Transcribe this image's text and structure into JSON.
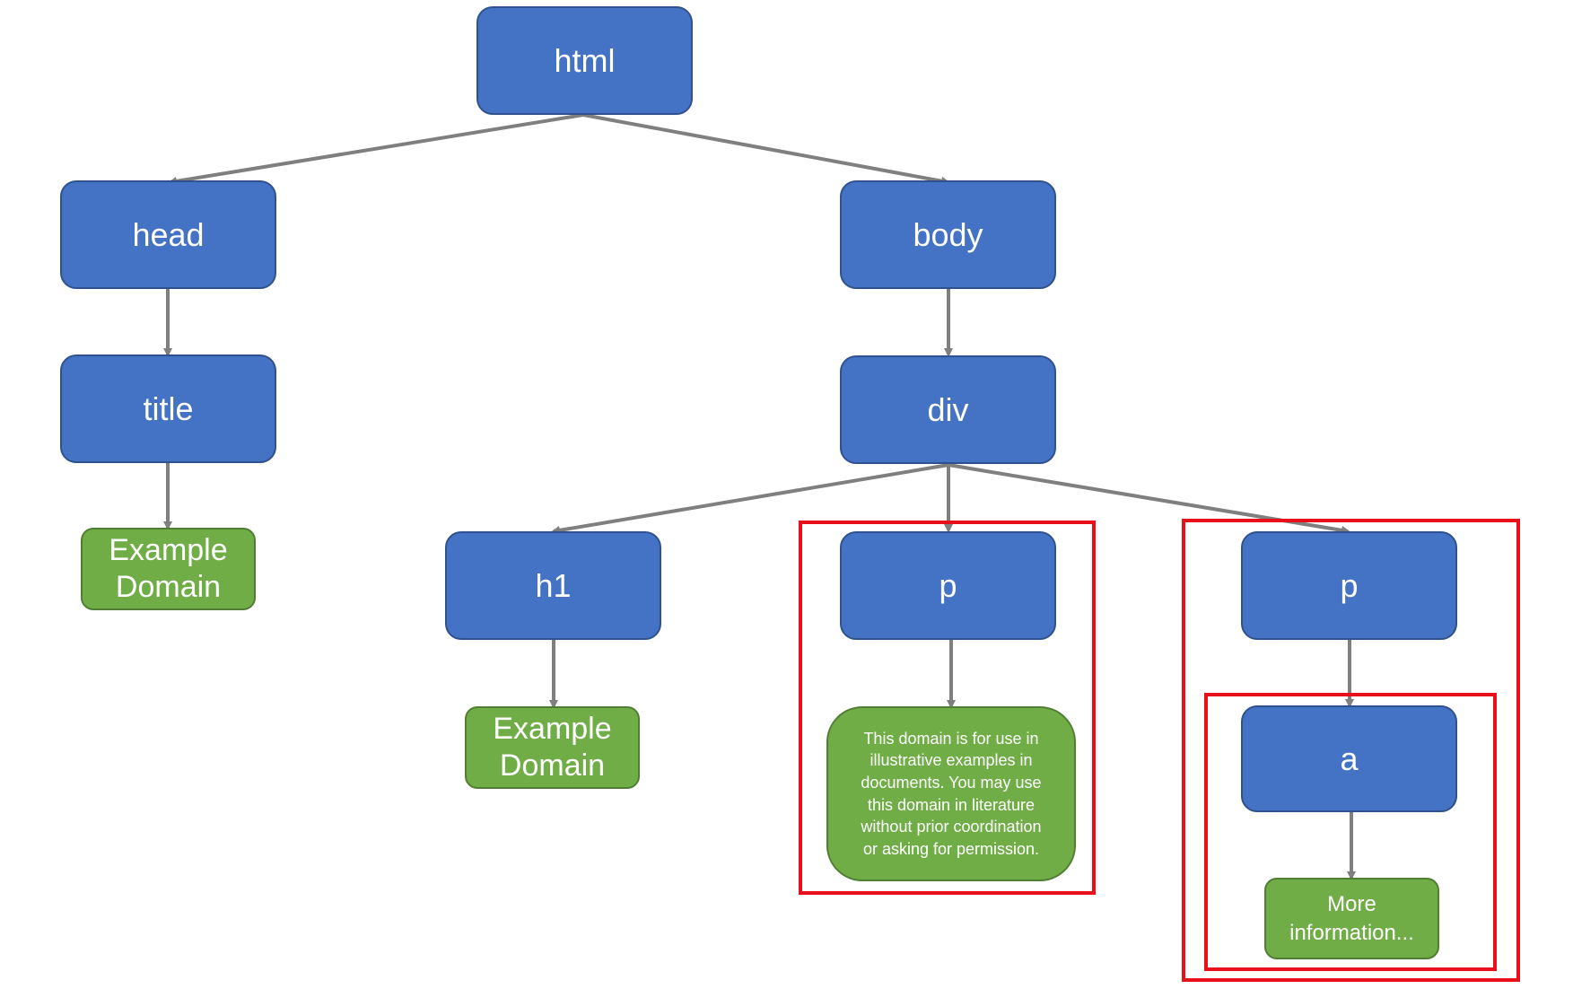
{
  "diagram": {
    "accent_element": "#4472c4",
    "accent_text": "#70ad47",
    "highlight_color": "#e8101a",
    "nodes": {
      "html": "html",
      "head": "head",
      "body": "body",
      "title": "title",
      "div": "div",
      "title_text": "Example\nDomain",
      "h1": "h1",
      "p1": "p",
      "p2": "p",
      "h1_text": "Example\nDomain",
      "p1_text": "This domain is for use in\nillustrative examples in\ndocuments. You may use\nthis domain in literature\nwithout prior coordination\nor asking for permission.",
      "a": "a",
      "a_text": "More\ninformation..."
    }
  }
}
